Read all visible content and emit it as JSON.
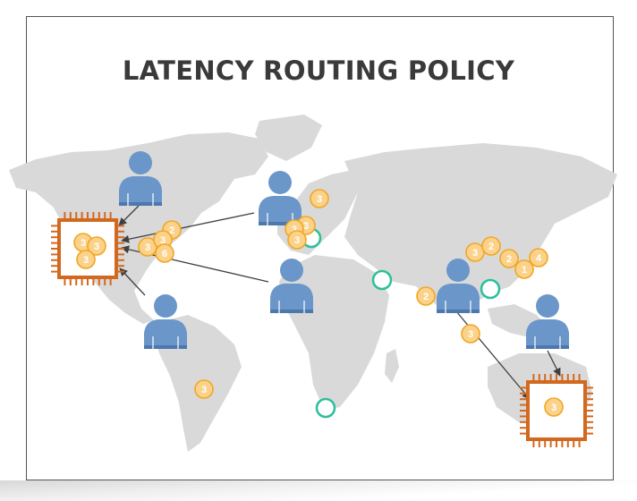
{
  "title": "LATENCY ROUTING POLICY",
  "colors": {
    "map": "#d9d9d9",
    "user": "#6b96c9",
    "user_dark": "#4d78ad",
    "server": "#d2691e",
    "badge_fill": "#fbd28a",
    "badge_stroke": "#f2a623",
    "badge_text": "#ffffff",
    "location_ring": "#2bbf9b",
    "arrow": "#404040"
  },
  "servers": [
    {
      "id": "server-us-east",
      "badges": [
        "3",
        "3",
        "3"
      ]
    },
    {
      "id": "server-australia",
      "badges": [
        "3"
      ]
    }
  ],
  "edge_location_badges": [
    "2",
    "3",
    "3",
    "6",
    "3",
    "3",
    "3",
    "3",
    "3",
    "2",
    "2",
    "1",
    "4",
    "2",
    "3",
    "3"
  ]
}
